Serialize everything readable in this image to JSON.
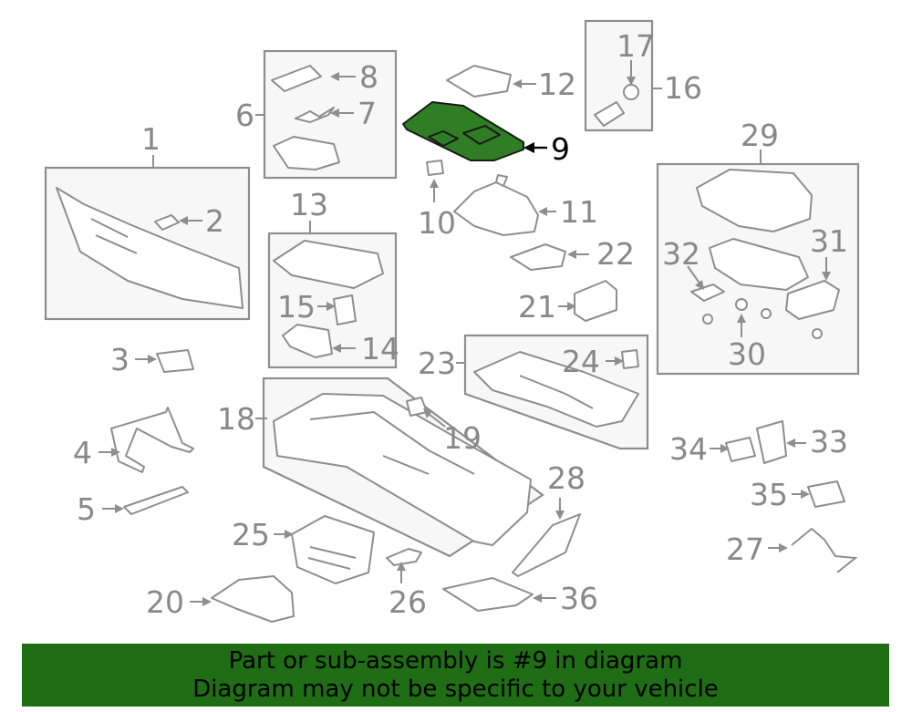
{
  "highlighted_part": "9",
  "callouts": [
    {
      "id": "1",
      "label": "1"
    },
    {
      "id": "2",
      "label": "2"
    },
    {
      "id": "3",
      "label": "3"
    },
    {
      "id": "4",
      "label": "4"
    },
    {
      "id": "5",
      "label": "5"
    },
    {
      "id": "6",
      "label": "6"
    },
    {
      "id": "7",
      "label": "7"
    },
    {
      "id": "8",
      "label": "8"
    },
    {
      "id": "9",
      "label": "9"
    },
    {
      "id": "10",
      "label": "10"
    },
    {
      "id": "11",
      "label": "11"
    },
    {
      "id": "12",
      "label": "12"
    },
    {
      "id": "13",
      "label": "13"
    },
    {
      "id": "14",
      "label": "14"
    },
    {
      "id": "15",
      "label": "15"
    },
    {
      "id": "16",
      "label": "16"
    },
    {
      "id": "17",
      "label": "17"
    },
    {
      "id": "18",
      "label": "18"
    },
    {
      "id": "19",
      "label": "19"
    },
    {
      "id": "20",
      "label": "20"
    },
    {
      "id": "21",
      "label": "21"
    },
    {
      "id": "22",
      "label": "22"
    },
    {
      "id": "23",
      "label": "23"
    },
    {
      "id": "24",
      "label": "24"
    },
    {
      "id": "25",
      "label": "25"
    },
    {
      "id": "26",
      "label": "26"
    },
    {
      "id": "27",
      "label": "27"
    },
    {
      "id": "28",
      "label": "28"
    },
    {
      "id": "29",
      "label": "29"
    },
    {
      "id": "30",
      "label": "30"
    },
    {
      "id": "31",
      "label": "31"
    },
    {
      "id": "32",
      "label": "32"
    },
    {
      "id": "33",
      "label": "33"
    },
    {
      "id": "34",
      "label": "34"
    },
    {
      "id": "35",
      "label": "35"
    },
    {
      "id": "36",
      "label": "36"
    }
  ],
  "banner": {
    "line1": "Part or sub-assembly is #9 in diagram",
    "line2": "Diagram may not be specific to your vehicle"
  },
  "colors": {
    "highlight_part": "#2f7d24",
    "banner_background": "#1f6d14",
    "line_art": "#8e8e8e",
    "label_text": "#888888"
  }
}
